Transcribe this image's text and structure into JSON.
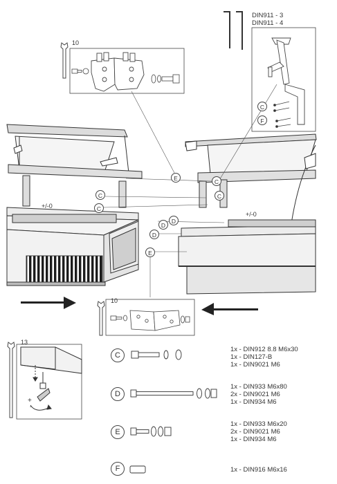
{
  "header": {
    "din911_a": "DIN911 - 3",
    "din911_b": "DIN911 - 4"
  },
  "tools": {
    "wrench_top": "10",
    "wrench_mid": "10",
    "wrench_bottom": "13"
  },
  "tolerance": {
    "left": "+/-0",
    "right": "+/-0",
    "plus": "+",
    "minus": "-"
  },
  "callouts": {
    "E": "E",
    "C": "C",
    "D": "D",
    "F": "F"
  },
  "parts": [
    {
      "letter": "C",
      "lines": [
        "1x - DIN912 8.8 M6x30",
        "1x - DIN127-B",
        "1x - DIN9021 M6"
      ]
    },
    {
      "letter": "D",
      "lines": [
        "1x - DIN933 M6x80",
        "2x - DIN9021 M6",
        "1x - DIN934 M6"
      ]
    },
    {
      "letter": "E",
      "lines": [
        "1x - DIN933 M6x20",
        "2x - DIN9021 M6",
        "1x - DIN934 M6"
      ]
    },
    {
      "letter": "F",
      "lines": [
        "1x - DIN916 M6x16"
      ]
    }
  ],
  "colors": {
    "line": "#333333",
    "frame": "#444444",
    "panel": "#e6e6e6",
    "dark_panel": "#1a1a1a"
  }
}
